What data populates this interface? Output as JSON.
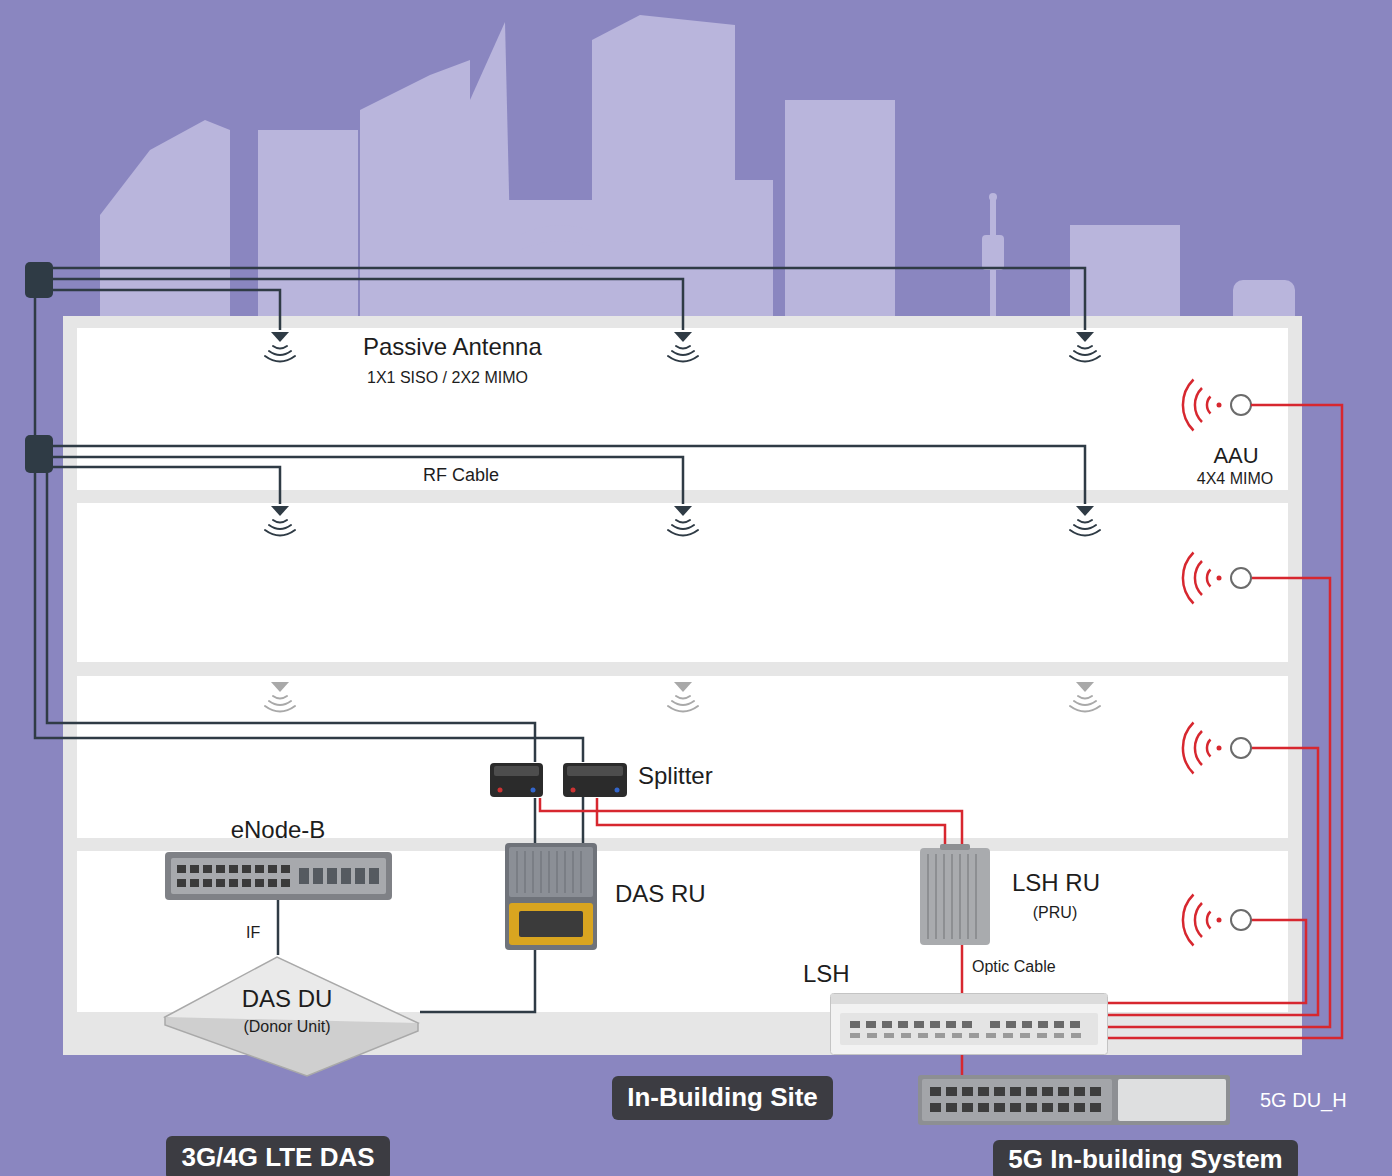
{
  "diagram": {
    "nodes": [
      {
        "text": [
          "AAU",
          "4X4 MIMO"
        ]
      },
      {
        "text": [
          "Splitter"
        ]
      },
      {
        "text": [
          "eNode-B"
        ]
      },
      {
        "text": [
          "DAS RU"
        ]
      },
      {
        "text": [
          "LSH RU",
          "(PRU)"
        ]
      },
      {
        "text": [
          "LSH"
        ]
      },
      {
        "text": [
          "DAS DU",
          "(Donor Unit)"
        ]
      },
      {
        "text": [
          "In-Building Site"
        ]
      },
      {
        "text": [
          "5G DU_H"
        ]
      },
      {
        "text": [
          "3G/4G LTE DAS"
        ]
      },
      {
        "text": [
          "5G In-building System"
        ]
      }
    ],
    "edges": [
      {
        "from": 2,
        "to": 6,
        "arrow": "none",
        "label": "IF"
      },
      {
        "from": 6,
        "to": 3,
        "arrow": "none"
      },
      {
        "from": 3,
        "to": 1,
        "arrow": "none"
      },
      {
        "from": 1,
        "to": 4,
        "arrow": "none"
      },
      {
        "from": 4,
        "to": 5,
        "arrow": "none",
        "label": "Optic Cable"
      },
      {
        "from": 5,
        "to": 8,
        "arrow": "none"
      },
      {
        "from": 5,
        "to": 0,
        "arrow": "none"
      }
    ],
    "labels": [
      "Passive Antenna",
      "1X1 SISO / 2X2 MIMO",
      "RF Cable"
    ]
  }
}
